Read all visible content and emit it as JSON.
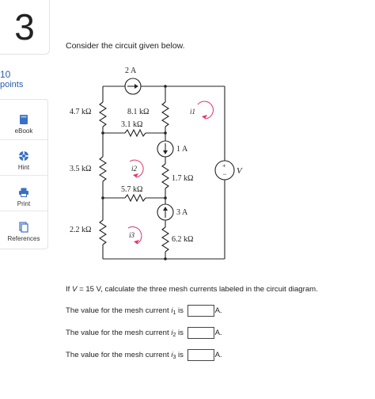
{
  "question": {
    "number": "3",
    "points_value": "10",
    "points_label": "points"
  },
  "tools": [
    {
      "label": "eBook",
      "icon": "ebook-icon"
    },
    {
      "label": "Hint",
      "icon": "lifebuoy-icon"
    },
    {
      "label": "Print",
      "icon": "printer-icon"
    },
    {
      "label": "References",
      "icon": "references-icon"
    }
  ],
  "prompt": "Consider the circuit given below.",
  "circuit": {
    "source_top": "2 A",
    "r1": "4.7 kΩ",
    "r2": "8.1 kΩ",
    "r3": "3.1 kΩ",
    "r4": "3.5 kΩ",
    "r5": "5.7 kΩ",
    "r6": "1.7 kΩ",
    "r7": "2.2 kΩ",
    "r8": "6.2 kΩ",
    "source_mid": "1 A",
    "source_low": "3 A",
    "voltage_label": "V",
    "mesh1": "i1",
    "mesh2": "i2",
    "mesh3": "i3"
  },
  "given": {
    "prefix": "If ",
    "var": "V",
    "eq": " = 15 V, calculate the three mesh currents labeled in the circuit diagram."
  },
  "answers": [
    {
      "prefix": "The value for the mesh current ",
      "var": "i",
      "sub": "1",
      "mid": " is ",
      "unit": "A."
    },
    {
      "prefix": "The value for the mesh current ",
      "var": "i",
      "sub": "2",
      "mid": " is ",
      "unit": "A."
    },
    {
      "prefix": "The value for the mesh current ",
      "var": "i",
      "sub": "3",
      "mid": " is ",
      "unit": "A."
    }
  ]
}
